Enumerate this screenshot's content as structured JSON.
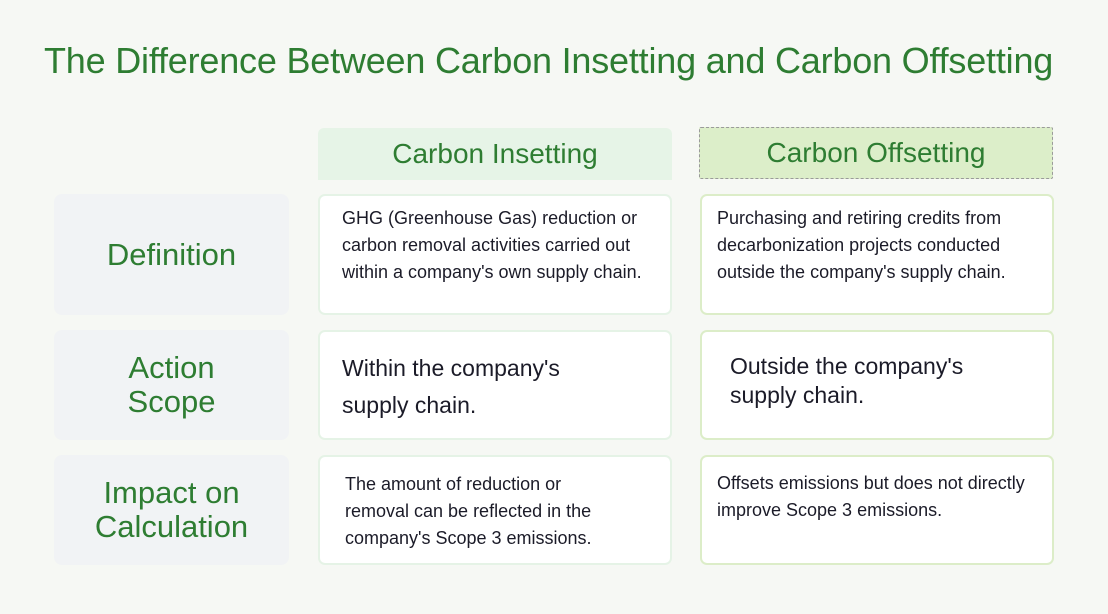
{
  "title": "The Difference Between Carbon Insetting and Carbon Offsetting",
  "columns": {
    "insetting": "Carbon Insetting",
    "offsetting": "Carbon Offsetting"
  },
  "rows": [
    {
      "label": "Definition",
      "insetting": "GHG (Greenhouse Gas) reduction or carbon removal activities carried out within a company's own supply chain.",
      "offsetting": "Purchasing and retiring credits from decarbonization projects conducted outside the company's supply chain."
    },
    {
      "label": "Action Scope",
      "insetting": "Within the company's supply chain.",
      "offsetting": "Outside the company's supply chain."
    },
    {
      "label": "Impact on Calculation",
      "insetting": "The amount of reduction or removal can be reflected in the company's Scope 3 emissions.",
      "offsetting": "Offsets emissions but does not directly improve Scope 3 emissions."
    }
  ],
  "colors": {
    "accent_green": "#2e7d32",
    "insetting_header_bg": "#e6f4e7",
    "offsetting_header_bg": "#dceec9",
    "row_label_bg": "#f1f3f5",
    "page_bg": "#f6f8f4"
  }
}
